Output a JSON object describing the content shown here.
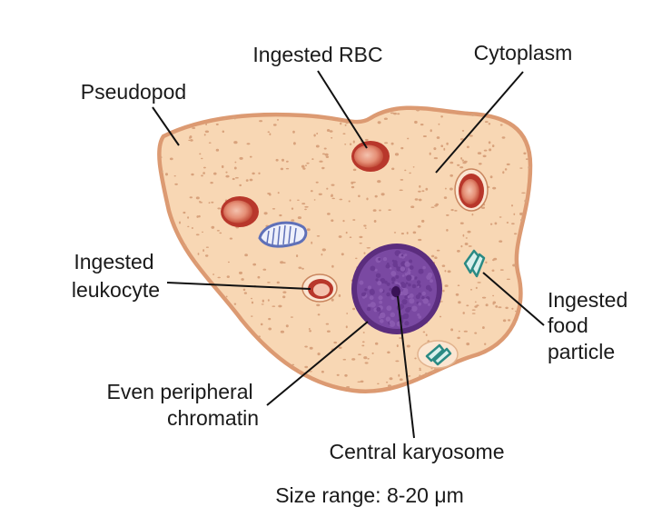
{
  "labels": {
    "ingested_rbc": "Ingested RBC",
    "cytoplasm": "Cytoplasm",
    "pseudopod": "Pseudopod",
    "ingested_leukocyte": [
      "Ingested",
      "leukocyte"
    ],
    "ingested_food_particle": [
      "Ingested",
      "food",
      "particle"
    ],
    "even_peripheral_chromatin": [
      "Even peripheral",
      "chromatin"
    ],
    "central_karyosome": "Central karyosome",
    "size_range": "Size range: 8-20 μm"
  },
  "colors": {
    "cytoplasm_fill": "#f8d7b4",
    "cell_outline": "#dc9a72",
    "granule": "#d8a27c",
    "rbc_outer": "#b8372b",
    "rbc_inner": "#ee9a82",
    "nucleus": "#5b2d7e",
    "nucleus_texture": "#8a5ab0",
    "karyosome": "#3a1256",
    "bacterium": "#5f70b8",
    "food": "#2a8a84",
    "leader_line": "#111111"
  }
}
